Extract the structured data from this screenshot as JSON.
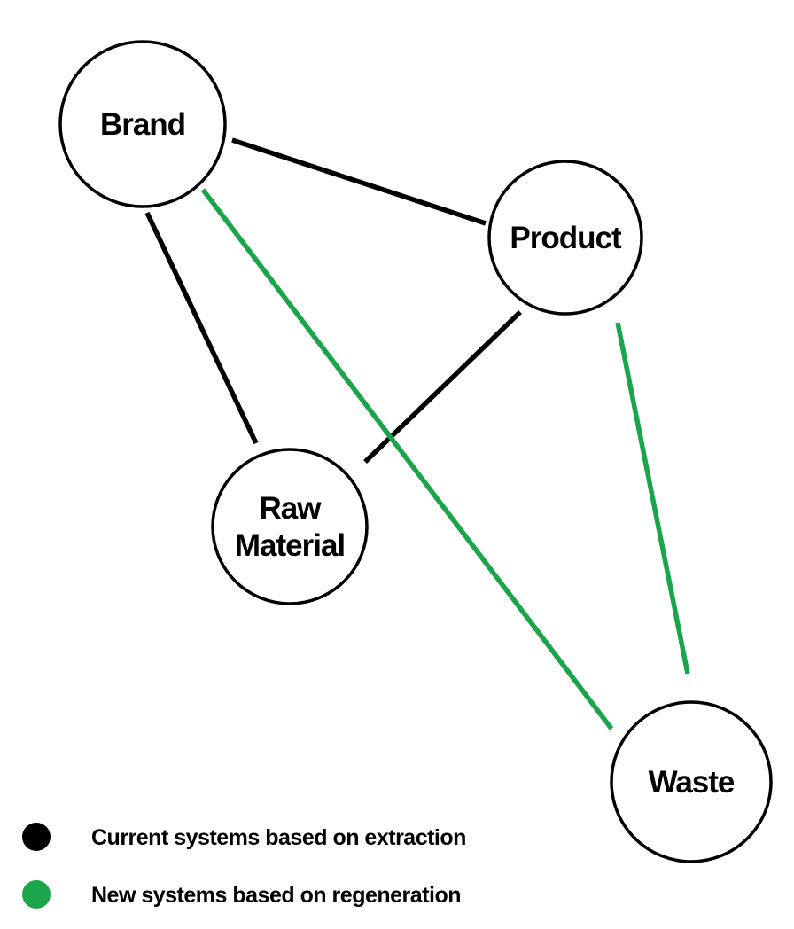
{
  "nodes": [
    {
      "id": "brand",
      "label_lines": [
        "Brand"
      ]
    },
    {
      "id": "product",
      "label_lines": [
        "Product"
      ]
    },
    {
      "id": "raw-material",
      "label_lines": [
        "Raw",
        "Material"
      ]
    },
    {
      "id": "waste",
      "label_lines": [
        "Waste"
      ]
    }
  ],
  "edges": [
    {
      "from": "brand",
      "to": "product",
      "system": "current"
    },
    {
      "from": "brand",
      "to": "raw-material",
      "system": "current"
    },
    {
      "from": "product",
      "to": "raw-material",
      "system": "current"
    },
    {
      "from": "brand",
      "to": "waste",
      "system": "new"
    },
    {
      "from": "product",
      "to": "waste",
      "system": "new"
    }
  ],
  "legend": [
    {
      "system": "current",
      "label": "Current systems based on extraction",
      "color": "#000000"
    },
    {
      "system": "new",
      "label": "New systems based on regeneration",
      "color": "#1aa54b"
    }
  ],
  "colors": {
    "current": "#000000",
    "new": "#1aa54b",
    "node_stroke": "#000000",
    "background": "#ffffff"
  }
}
